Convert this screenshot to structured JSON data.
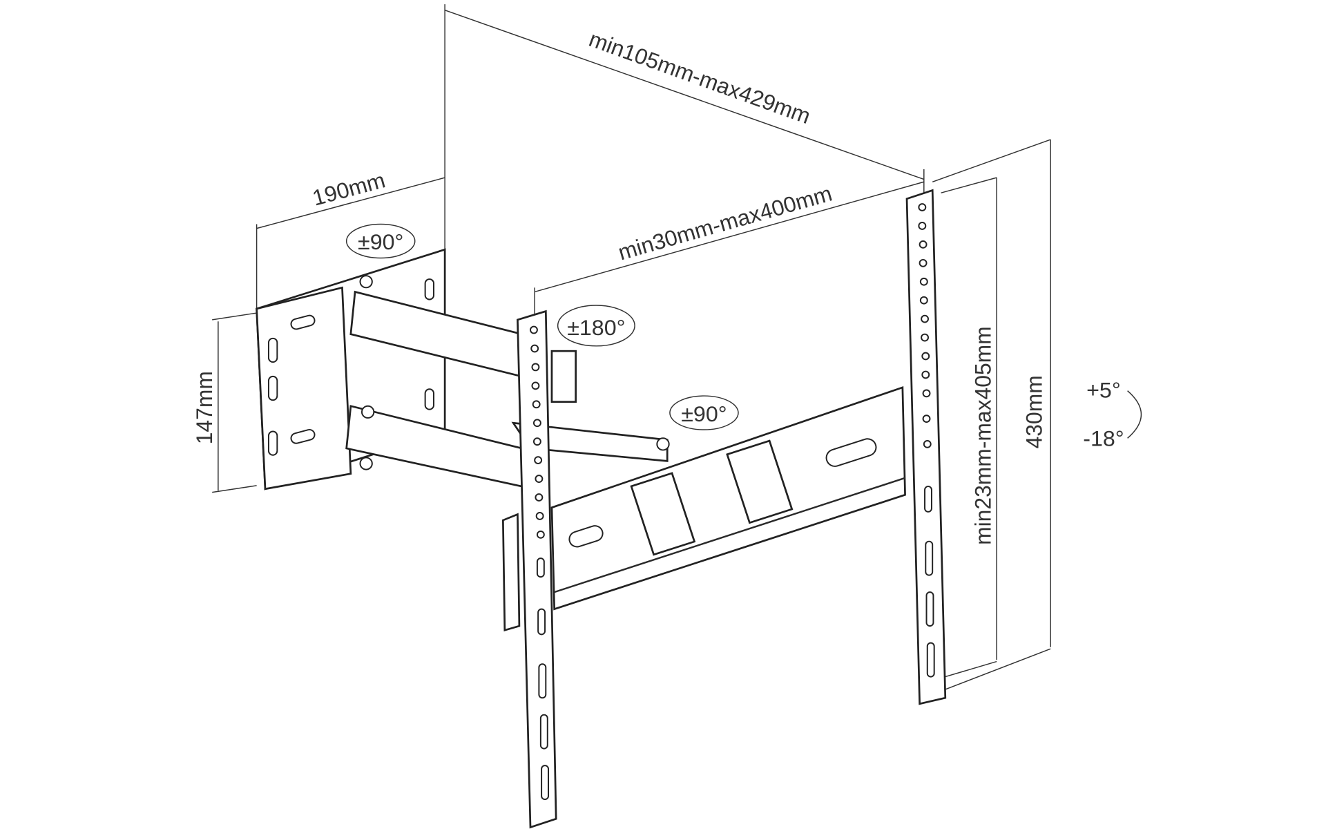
{
  "diagram": {
    "dimensions": {
      "arm_extension": "min105mm-max429mm",
      "wall_plate_depth": "190mm",
      "wall_plate_height": "147mm",
      "horizontal_hole_spacing": "min30mm-max400mm",
      "vertical_hole_spacing": "min23mm-max405mm",
      "bracket_height": "430mm"
    },
    "rotations": {
      "wall_swivel": "±90°",
      "arm_swivel": "±180°",
      "head_swivel": "±90°",
      "tilt_up": "+5°",
      "tilt_down": "-18°"
    }
  }
}
